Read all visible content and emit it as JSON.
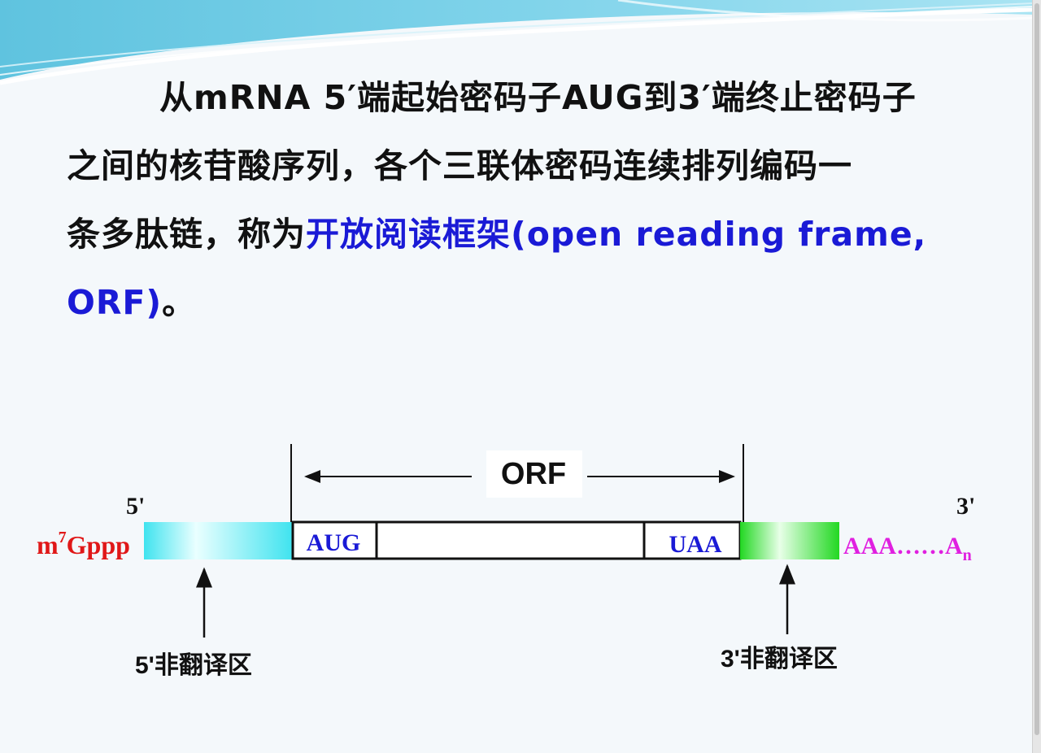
{
  "paragraph": {
    "line1": "从mRNA 5′端起始密码子AUG到3′端终止密码子",
    "line2": "之间的核苷酸序列，各个三联体密码连续排列编码一",
    "line3_prefix": "条多肽链，称为",
    "line3_highlight": "开放阅读框架(open  reading  frame,",
    "line4_highlight": "ORF)",
    "line4_suffix": "。"
  },
  "diagram": {
    "orf_label": "ORF",
    "five_prime_label": "5'",
    "three_prime_label": "3'",
    "cap_prefix": "m",
    "cap_superscript": "7",
    "cap_suffix": "Gppp",
    "start_codon": "AUG",
    "stop_codon": "UAA",
    "polya_prefix": "AAA……A",
    "polya_subscript": "n",
    "utr5_label": "5'非翻译区",
    "utr3_label": "3'非翻译区"
  },
  "colors": {
    "cap": "#e01818",
    "codon": "#1a1ad6",
    "polya": "#e020e0",
    "utr5": "#3fe3ef",
    "utr3": "#22d822",
    "highlight_text": "#1a1ad6"
  }
}
